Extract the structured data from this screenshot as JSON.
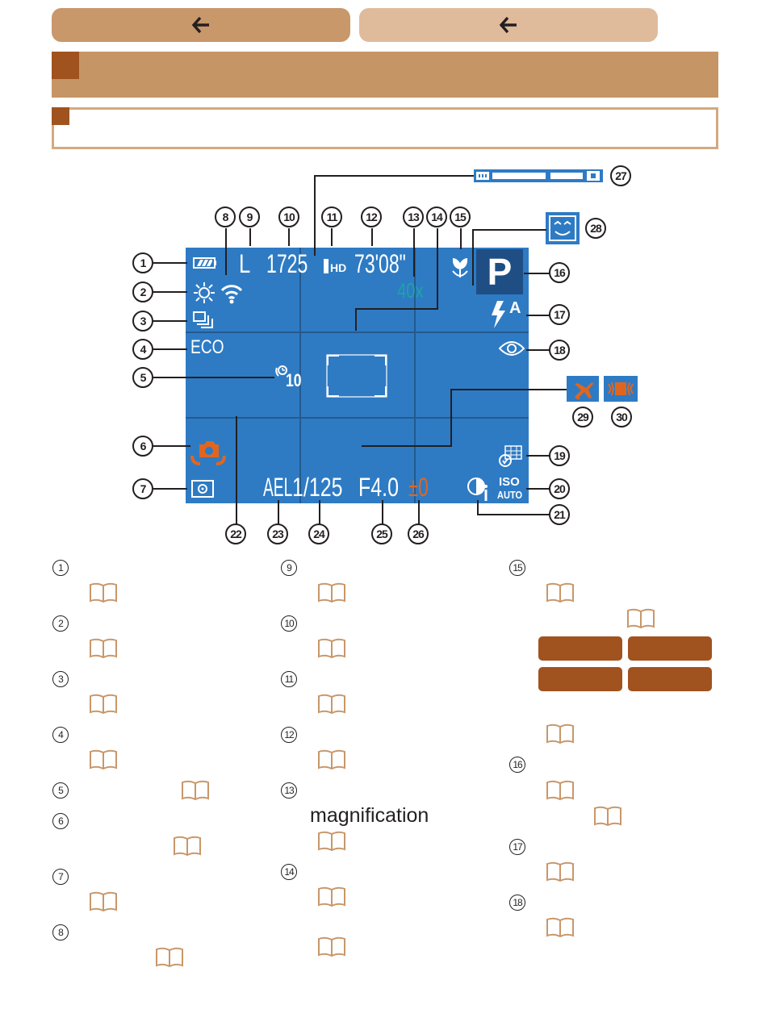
{
  "nav": {
    "back_icon": "arrow-left-icon",
    "prev_icon": "arrow-left-icon"
  },
  "osd": {
    "image_size": "L",
    "shots_remaining": "1725",
    "movie_quality": "HD",
    "movie_time": "73'08\"",
    "zoom": "40x",
    "mode": "P",
    "eco": "ECO",
    "self_timer": "10",
    "ael": "AEL",
    "shutter": "1/125",
    "aperture": "F4.0",
    "exposure_comp": "±0",
    "iso_top": "ISO",
    "iso_bottom": "AUTO",
    "flash": "A"
  },
  "callouts": [
    "1",
    "2",
    "3",
    "4",
    "5",
    "6",
    "7",
    "8",
    "9",
    "10",
    "11",
    "12",
    "13",
    "14",
    "15",
    "16",
    "17",
    "18",
    "19",
    "20",
    "21",
    "22",
    "23",
    "24",
    "25",
    "26",
    "27",
    "28",
    "29",
    "30"
  ],
  "legend": {
    "magnification": "magnification"
  },
  "colors": {
    "screen": "#2e7bc4",
    "accent": "#a0531f",
    "tab": "#c8976a",
    "zoom_text": "#1ea3a3",
    "orange": "#e0661f"
  }
}
